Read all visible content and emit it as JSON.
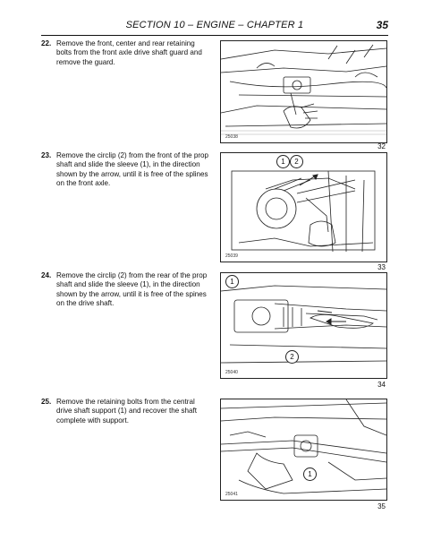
{
  "header": {
    "title": "SECTION 10 – ENGINE – CHAPTER 1",
    "page_number": "35"
  },
  "steps": [
    {
      "number": "22.",
      "text": "Remove the front, center and rear retaining bolts from the front axle drive shaft guard and remove the guard.",
      "figure": {
        "id": "25038",
        "number": "32",
        "callouts": []
      }
    },
    {
      "number": "23.",
      "text": "Remove the circlip (2) from the front of the prop shaft and slide the sleeve (1), in the direction shown by the arrow, until it is free of the splines on the front axle.",
      "figure": {
        "id": "25039",
        "number": "33",
        "callouts": [
          "1",
          "2"
        ]
      }
    },
    {
      "number": "24.",
      "text": "Remove the circlip (2) from the rear of the prop shaft and slide the sleeve (1), in the direction shown by the arrow, until it is free of the spines on the drive shaft.",
      "figure": {
        "id": "25040",
        "number": "34",
        "callouts": [
          "1",
          "2"
        ]
      }
    },
    {
      "number": "25.",
      "text": "Remove the retaining bolts from the central drive shaft support (1) and recover the shaft complete with support.",
      "figure": {
        "id": "25041",
        "number": "35",
        "callouts": [
          "1"
        ]
      }
    }
  ]
}
